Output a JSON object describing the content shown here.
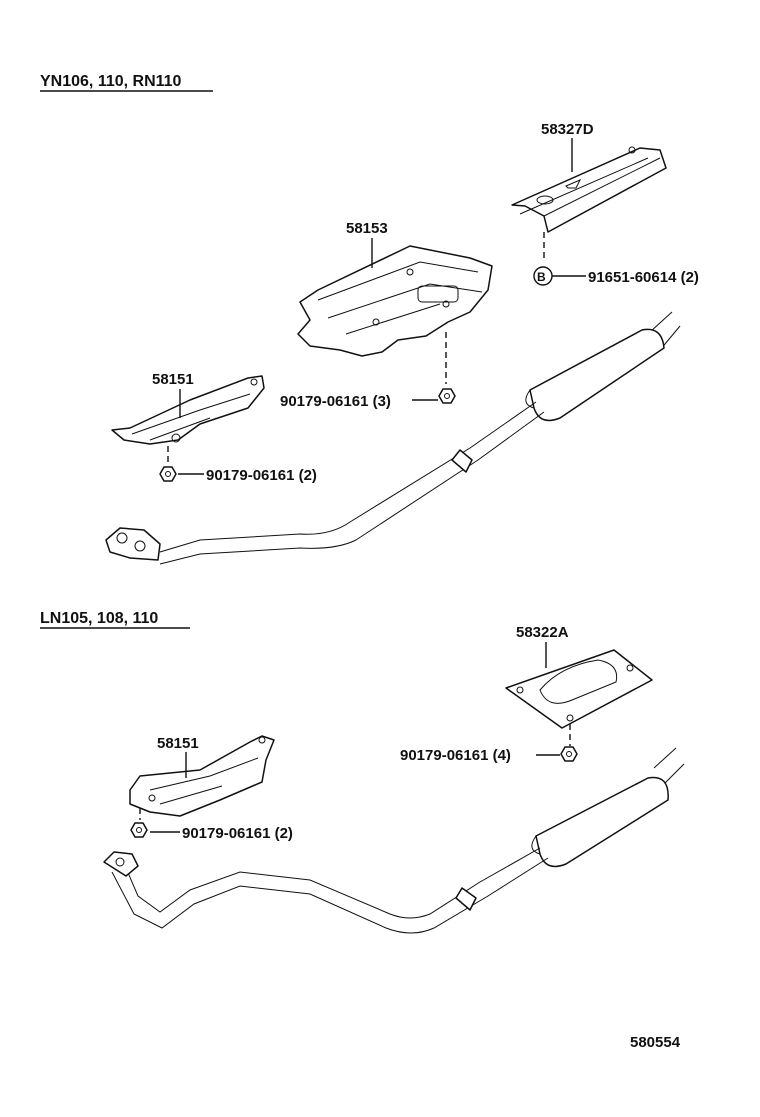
{
  "sections": [
    {
      "header": "YN106, 110, RN110",
      "parts": {
        "cover_top": "58327D",
        "cover_mid": "58153",
        "insulator": "58151",
        "bolt": "91651-60614 (2)",
        "bolt_marker": "B",
        "nut_mid": "90179-06161 (3)",
        "nut_left": "90179-06161 (2)"
      }
    },
    {
      "header": "LN105, 108, 110",
      "parts": {
        "plate": "58322A",
        "insulator": "58151",
        "nut_plate": "90179-06161 (4)",
        "nut_left": "90179-06161 (2)"
      }
    }
  ],
  "diagram_id": "580554"
}
